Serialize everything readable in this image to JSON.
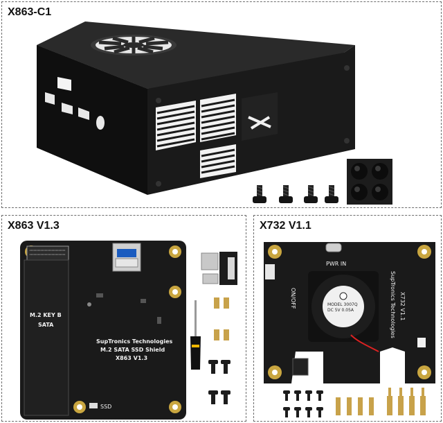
{
  "panels": {
    "case": {
      "title": "X863-C1"
    },
    "shield": {
      "title": "X863 V1.3",
      "slot_label_line1": "M.2 KEY B",
      "slot_label_line2": "SATA",
      "board_line1": "SupTronics Technologies",
      "board_line2": "M.2 SATA SSD Shield",
      "board_line3": "X863 V1.3",
      "ssd_label": "SSD"
    },
    "ups": {
      "title": "X732 V1.1",
      "pwr_label": "PWR IN",
      "onoff_label": "ON/OFF",
      "side_line1": "SupTronics Technologies",
      "side_line2": "X732 V1.1",
      "fan_label_line1": "MODEL 3007Q",
      "fan_label_line2": "DC 5V  0.05A"
    }
  },
  "colors": {
    "case_black": "#151515",
    "pcb_black": "#1a1a1a",
    "gold": "#c9a640",
    "brass": "#c8a24a"
  }
}
